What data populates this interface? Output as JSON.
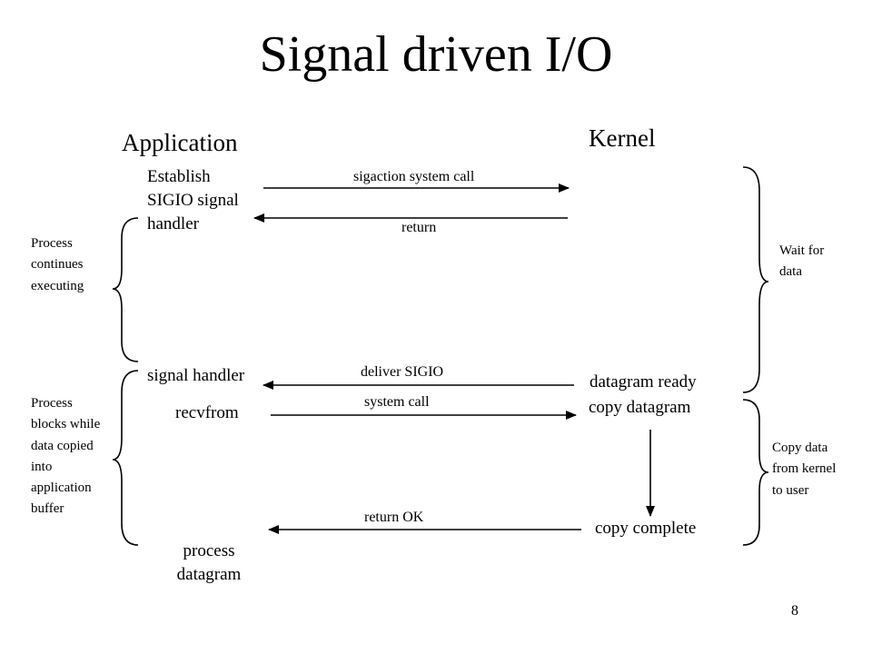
{
  "title": "Signal driven I/O",
  "application_heading": "Application",
  "kernel_heading": "Kernel",
  "app_steps": {
    "establish": [
      "Establish",
      "SIGIO signal",
      "handler"
    ],
    "signal_handler": "signal handler",
    "recvfrom": "recvfrom",
    "process": [
      "process",
      "datagram"
    ]
  },
  "kernel_steps": {
    "datagram_ready": "datagram ready",
    "copy_datagram": "copy datagram",
    "copy_complete": "copy complete"
  },
  "arrow_labels": {
    "sigaction": "sigaction system call",
    "return": "return",
    "deliver": "deliver SIGIO",
    "system_call": "system call",
    "return_ok": "return OK"
  },
  "left_notes": {
    "continues": [
      "Process",
      "continues",
      "executing"
    ],
    "blocks": [
      "Process",
      "blocks while",
      "data copied",
      "into",
      "application",
      "buffer"
    ]
  },
  "right_notes": {
    "wait": [
      "Wait for",
      "data"
    ],
    "copy": [
      "Copy data",
      "from kernel",
      "to user"
    ]
  },
  "page_number": "8"
}
